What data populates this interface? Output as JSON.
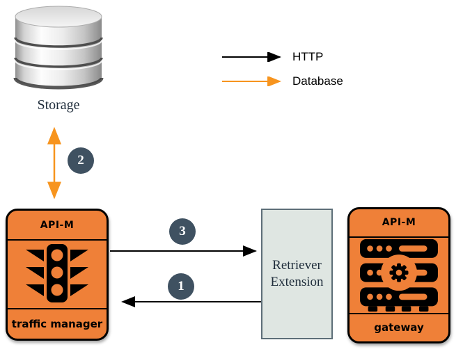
{
  "colors": {
    "node_orange": "#EF8038",
    "arrow_orange": "#F7941E",
    "arrow_black": "#000000",
    "step_badge": "#3F5161",
    "retriever_fill": "#DFE6E2",
    "retriever_border": "#5D6E78"
  },
  "storage": {
    "label": "Storage",
    "icon": "database-cylinder-icon"
  },
  "legend": {
    "items": [
      {
        "label": "HTTP",
        "arrow_color": "#000000"
      },
      {
        "label": "Database",
        "arrow_color": "#F7941E"
      }
    ]
  },
  "nodes": {
    "traffic_manager": {
      "header": "API-M",
      "footer": "traffic manager",
      "icon": "traffic-light-icon"
    },
    "gateway": {
      "header": "API-M",
      "footer": "gateway",
      "icon": "server-gear-icon"
    },
    "retriever": {
      "line1": "Retriever",
      "line2": "Extension"
    }
  },
  "steps": {
    "s1": "1",
    "s2": "2",
    "s3": "3"
  }
}
